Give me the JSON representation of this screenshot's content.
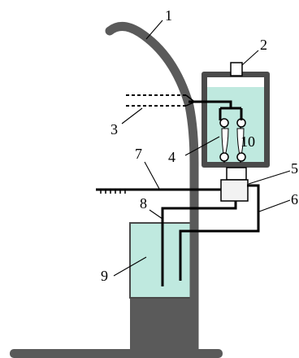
{
  "figure": {
    "labels": [
      "1",
      "2",
      "3",
      "4",
      "5",
      "6",
      "7",
      "8",
      "9",
      "10"
    ],
    "colors": {
      "structure": "#5a5a5a",
      "water": "#bfe9df",
      "wire": "#000000",
      "frame": "#4a4a4a"
    }
  }
}
